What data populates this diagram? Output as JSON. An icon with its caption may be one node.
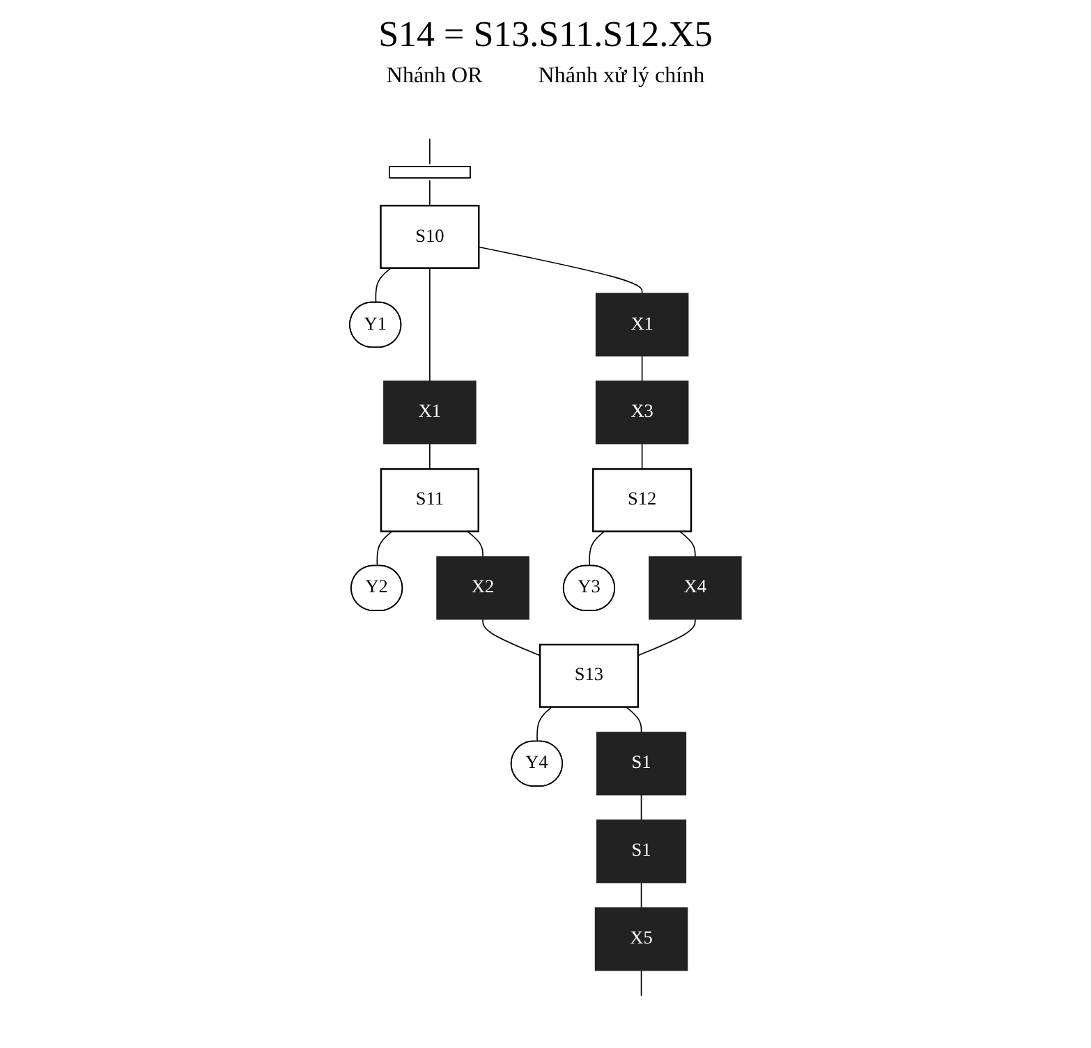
{
  "diagram": {
    "title": "S14 = S13.S11.S12.X5",
    "nodes": [
      {
        "text": [],
        "shape": "bar"
      },
      {
        "text": [
          "S10"
        ]
      },
      {
        "text": [
          "Y1"
        ]
      },
      {
        "text": [
          "X1"
        ]
      },
      {
        "text": [
          "X1"
        ]
      },
      {
        "text": [
          "X3"
        ]
      },
      {
        "text": [
          "S11"
        ]
      },
      {
        "text": [
          "Y2"
        ]
      },
      {
        "text": [
          "S12"
        ]
      },
      {
        "text": [
          "Y3"
        ]
      },
      {
        "text": [
          "X2"
        ]
      },
      {
        "text": [
          "X4"
        ]
      },
      {
        "text": [
          "S13"
        ]
      },
      {
        "text": [
          "Y4"
        ]
      },
      {
        "text": [
          "S1"
        ]
      },
      {
        "text": [
          "S1"
        ]
      },
      {
        "text": [
          "X5"
        ]
      }
    ],
    "edges": [
      {
        "from": null,
        "to": 0,
        "arrow": "none"
      },
      {
        "from": 0,
        "to": 1,
        "arrow": "none"
      },
      {
        "from": 1,
        "to": 2,
        "arrow": "none"
      },
      {
        "from": 1,
        "to": 3,
        "arrow": "none"
      },
      {
        "from": 3,
        "to": 6,
        "arrow": "none"
      },
      {
        "from": 1,
        "to": 4,
        "arrow": "none"
      },
      {
        "from": 4,
        "to": 5,
        "arrow": "none"
      },
      {
        "from": 5,
        "to": 8,
        "arrow": "none"
      },
      {
        "from": 6,
        "to": 7,
        "arrow": "none"
      },
      {
        "from": 8,
        "to": 9,
        "arrow": "none"
      },
      {
        "from": 6,
        "to": 10,
        "arrow": "none"
      },
      {
        "from": 8,
        "to": 11,
        "arrow": "none"
      },
      {
        "from": 10,
        "to": 12,
        "arrow": "none"
      },
      {
        "from": 11,
        "to": 12,
        "arrow": "none"
      },
      {
        "from": 12,
        "to": 13,
        "arrow": "none"
      },
      {
        "from": 12,
        "to": 14,
        "arrow": "none"
      },
      {
        "from": 14,
        "to": 15,
        "arrow": "none"
      },
      {
        "from": 15,
        "to": 16,
        "arrow": "none"
      },
      {
        "from": 16,
        "to": null,
        "arrow": "none"
      }
    ],
    "labels": [
      "Nhánh OR",
      "Nhánh xử lý chính"
    ]
  }
}
